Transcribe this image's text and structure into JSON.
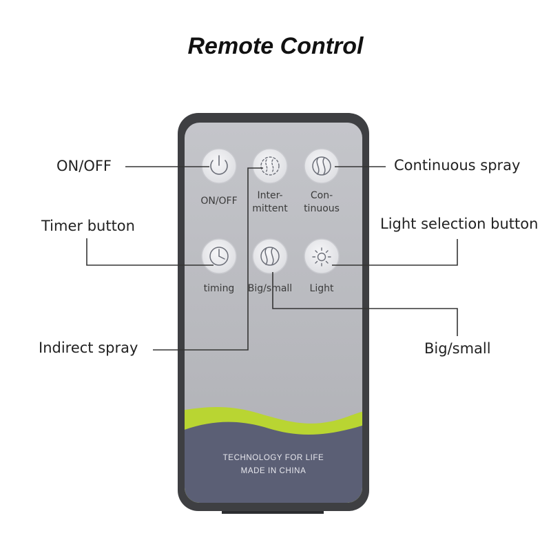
{
  "title": "Remote Control",
  "callouts": {
    "on_off": "ON/OFF",
    "timer_button": "Timer button",
    "indirect_spray": "Indirect spray",
    "continuous_spray": "Continuous spray",
    "light_selection_button": "Light selection button",
    "big_small": "Big/small"
  },
  "buttons": {
    "power": {
      "label": "ON/OFF",
      "icon": "power-icon"
    },
    "intermittent": {
      "label_line1": "Inter-",
      "label_line2": "mittent",
      "icon": "intermittent-spray-icon"
    },
    "continuous": {
      "label_line1": "Con-",
      "label_line2": "tinuous",
      "icon": "continuous-spray-icon"
    },
    "timing": {
      "label": "timing",
      "icon": "clock-icon"
    },
    "big_small": {
      "label": "Big/small",
      "icon": "mist-size-icon"
    },
    "light": {
      "label": "Light",
      "icon": "sun-icon"
    }
  },
  "footer": {
    "line1": "TECHNOLOGY FOR LIFE",
    "line2": "MADE IN CHINA"
  },
  "colors": {
    "remote_body": "#b9babf",
    "remote_border": "#3f4043",
    "accent_wave": "#b8d431",
    "footer_band": "#5a5e74"
  }
}
